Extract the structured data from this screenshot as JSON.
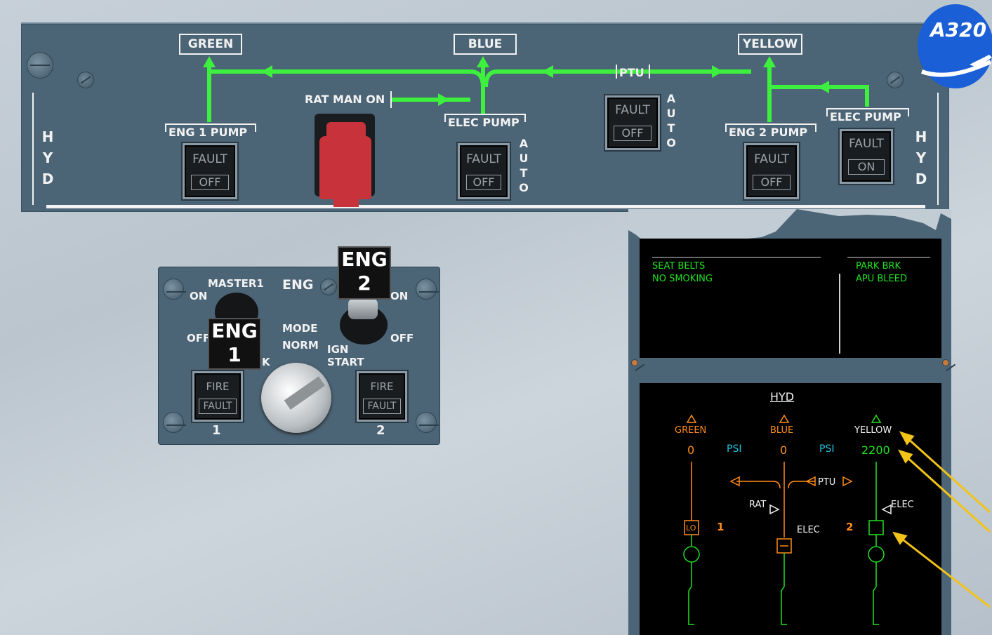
{
  "logo": {
    "text": "A320"
  },
  "overhead": {
    "side_label": [
      "H",
      "Y",
      "D"
    ],
    "systems": {
      "green": "GREEN",
      "blue": "BLUE",
      "yellow": "YELLOW"
    },
    "ptu_label": "PTU",
    "rat_label": "RAT MAN ON",
    "eng1_pump": {
      "label": "ENG  1 PUMP",
      "upper": "FAULT",
      "lower": "OFF"
    },
    "blue_elec_pump": {
      "label": "ELEC PUMP",
      "upper": "FAULT",
      "lower": "OFF",
      "side": [
        "A",
        "U",
        "T",
        "O"
      ]
    },
    "ptu_pb": {
      "upper": "FAULT",
      "lower": "OFF",
      "side": [
        "A",
        "U",
        "T",
        "O"
      ]
    },
    "eng2_pump": {
      "label": "ENG  2 PUMP",
      "upper": "FAULT",
      "lower": "OFF"
    },
    "yellow_elec_pump": {
      "label": "ELEC PUMP",
      "upper": "FAULT",
      "lower": "ON"
    },
    "colors": {
      "line": "#3ef03e",
      "guard": "#c8323a"
    }
  },
  "eng_panel": {
    "master1": "MASTER1",
    "eng_title": "ENG",
    "on_left": "ON",
    "off_left": "OFF",
    "on_right": "ON",
    "off_right": "OFF",
    "mode": "MODE",
    "norm": "NORM",
    "crank_fragment": "K",
    "ign_start": [
      "IGN",
      "START"
    ],
    "tag1": [
      "ENG",
      "1"
    ],
    "tag2": [
      "ENG",
      "2"
    ],
    "fire1": {
      "upper": "FIRE",
      "lower": "FAULT",
      "num": "1"
    },
    "fire2": {
      "upper": "FIRE",
      "lower": "FAULT",
      "num": "2"
    }
  },
  "ecam": {
    "memo_left": [
      "SEAT BELTS",
      "NO SMOKING"
    ],
    "memo_right": [
      "PARK BRK",
      "APU BLEED"
    ],
    "title": "HYD",
    "green": {
      "name": "GREEN",
      "pressure": "0",
      "pump": "LO",
      "num": "1"
    },
    "blue": {
      "name": "BLUE",
      "pressure": "0",
      "elec": "ELEC",
      "rat": "RAT"
    },
    "yellow": {
      "name": "YELLOW",
      "pressure": "2200",
      "elec": "ELEC",
      "num": "2"
    },
    "psi": "PSI",
    "ptu": "PTU"
  }
}
